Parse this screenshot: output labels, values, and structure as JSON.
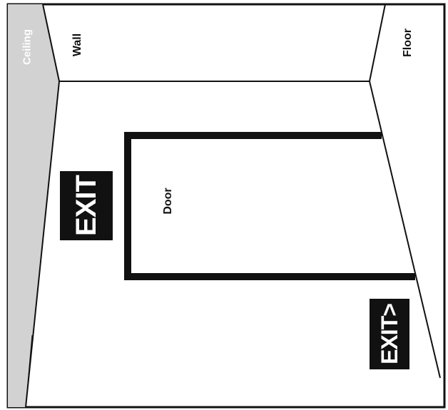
{
  "labels": {
    "ceiling": "Ceiling",
    "wall": "Wall",
    "floor": "Floor",
    "door": "Door"
  },
  "signs": {
    "exit_top": "EXIT",
    "exit_bottom": "EXIT>"
  },
  "colors": {
    "ceiling_shade": "#d2d2d2",
    "ceiling_text": "#ffffff",
    "line": "#111111",
    "background": "#ffffff",
    "sign_background": "#111111",
    "sign_text": "#ffffff"
  }
}
